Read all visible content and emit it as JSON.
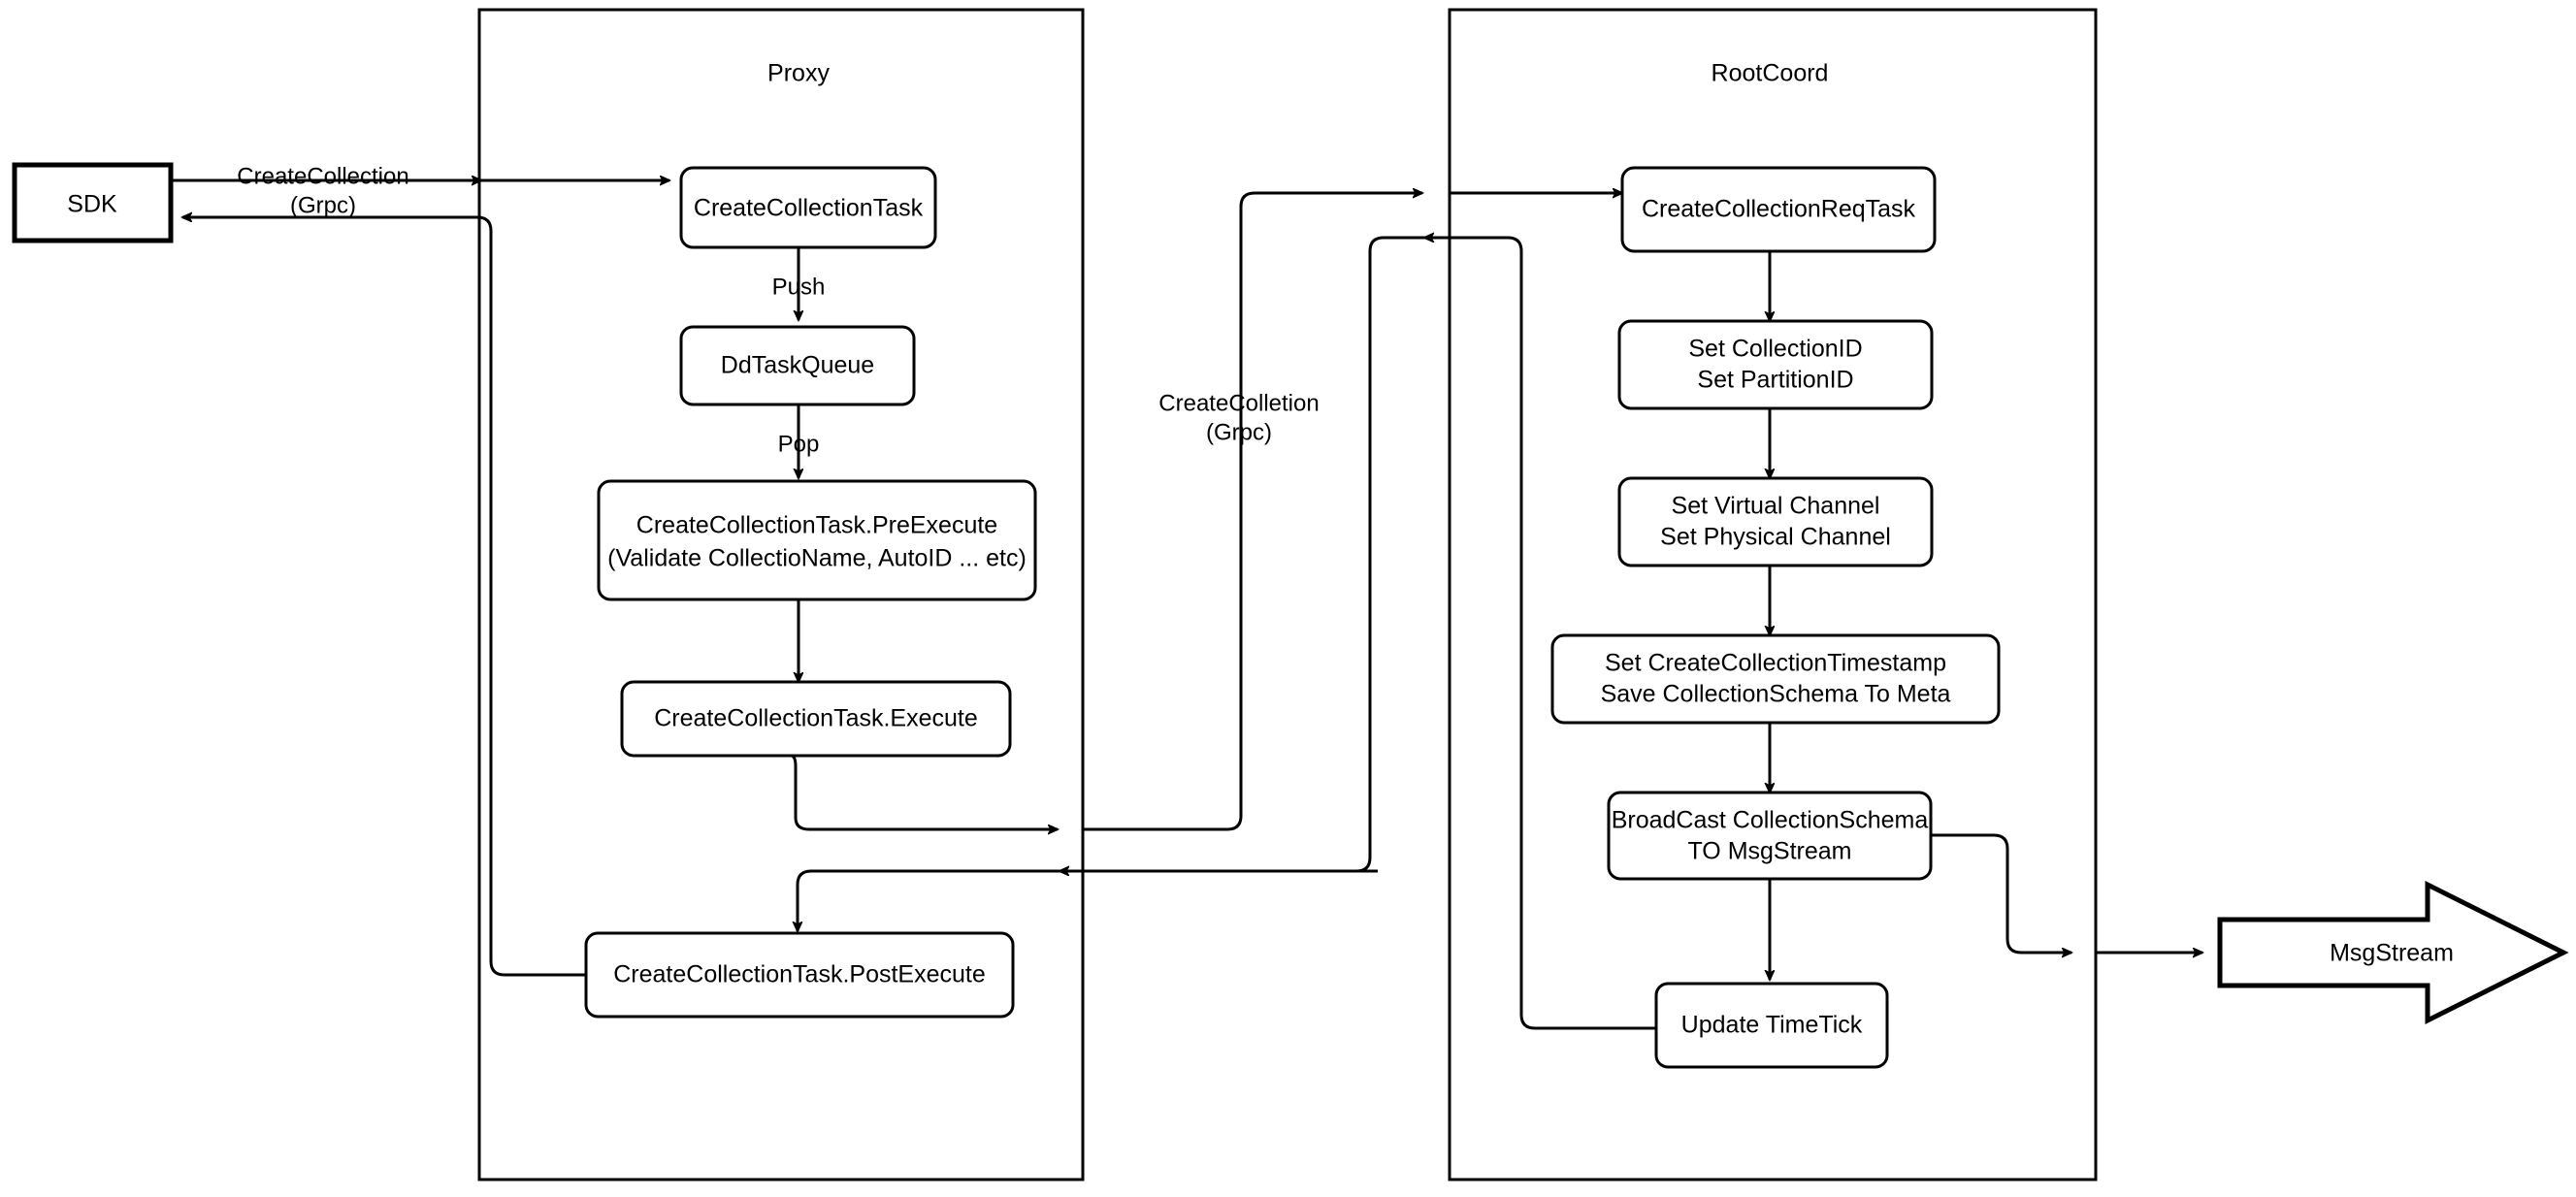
{
  "diagram": {
    "title": "CreateCollection flow (Proxy / RootCoord)",
    "background": "#ffffff",
    "stroke_color": "#000000",
    "fill_color": "#ffffff"
  },
  "external": {
    "sdk": {
      "label": "SDK"
    },
    "msgstream": {
      "label": "MsgStream"
    }
  },
  "containers": [
    {
      "id": "proxy",
      "label": "Proxy"
    },
    {
      "id": "rootcoord",
      "label": "RootCoord"
    }
  ],
  "proxy_nodes": [
    {
      "id": "create-collection-task",
      "label": "CreateCollectionTask"
    },
    {
      "id": "dd-task-queue",
      "label": "DdTaskQueue"
    },
    {
      "id": "pre-execute",
      "line1": "CreateCollectionTask.PreExecute",
      "line2": "(Validate CollectioName, AutoID ... etc)"
    },
    {
      "id": "execute",
      "label": "CreateCollectionTask.Execute"
    },
    {
      "id": "post-execute",
      "label": "CreateCollectionTask.PostExecute"
    }
  ],
  "rootcoord_nodes": [
    {
      "id": "create-collection-req-task",
      "label": "CreateCollectionReqTask"
    },
    {
      "id": "set-ids",
      "line1": "Set CollectionID",
      "line2": "Set PartitionID"
    },
    {
      "id": "set-channels",
      "line1": "Set Virtual Channel",
      "line2": "Set Physical Channel"
    },
    {
      "id": "set-timestamp",
      "line1": "Set CreateCollectionTimestamp",
      "line2": "Save CollectionSchema To Meta"
    },
    {
      "id": "broadcast",
      "line1": "BroadCast CollectionSchema",
      "line2": "TO MsgStream"
    },
    {
      "id": "update-timetick",
      "label": "Update TimeTick"
    }
  ],
  "edge_labels": {
    "sdk_to_proxy_line1": "CreateCollection",
    "sdk_to_proxy_line2": "(Grpc)",
    "push": "Push",
    "pop": "Pop",
    "proxy_to_rootcoord_line1": "CreateColletion",
    "proxy_to_rootcoord_line2": "(Grpc)"
  }
}
